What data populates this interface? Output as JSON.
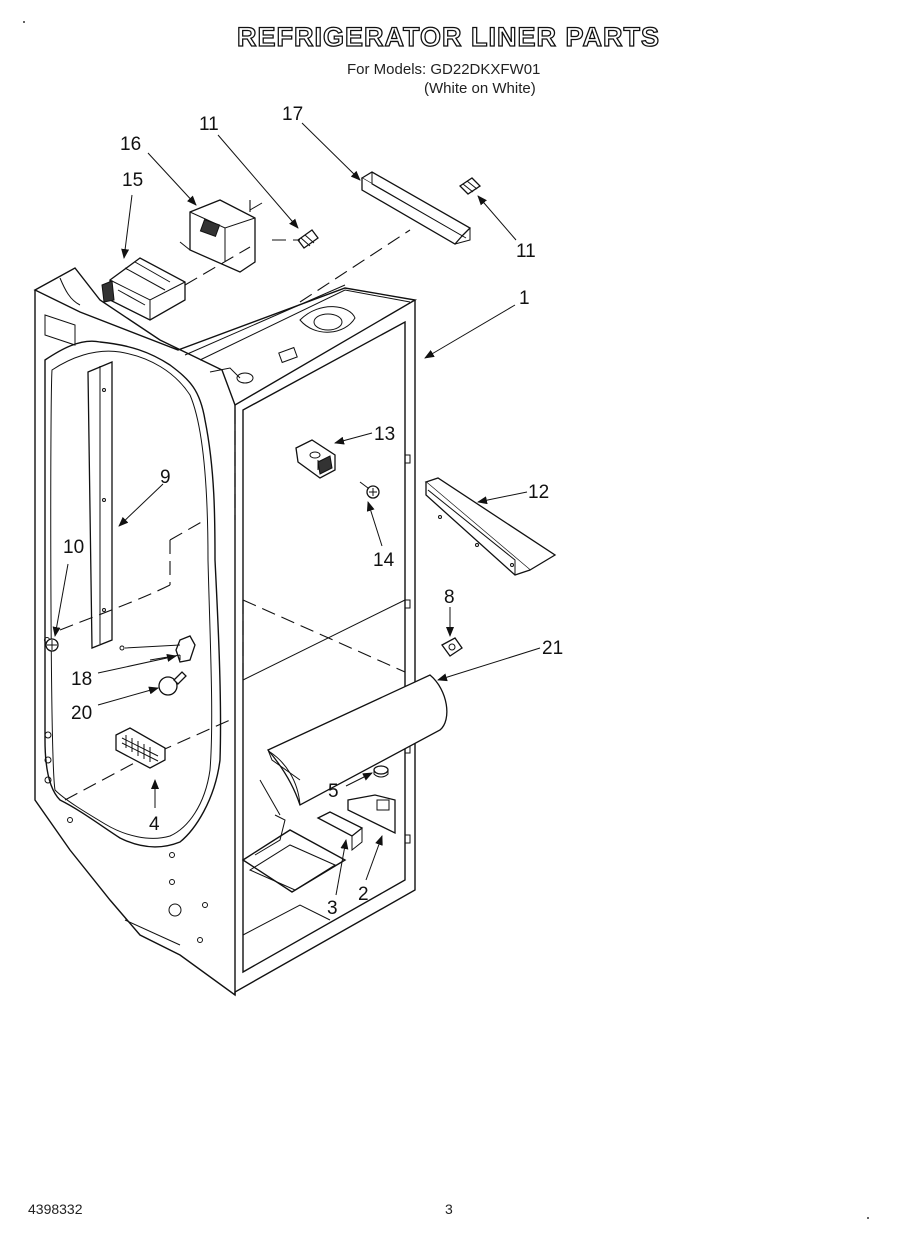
{
  "header": {
    "title": "REFRIGERATOR LINER PARTS",
    "subtitle": "For Models: GD22DKXFW01",
    "color_note": "(White on White)"
  },
  "footer": {
    "doc_number": "4398332",
    "page_number": "3"
  },
  "callouts": {
    "c1": "1",
    "c2": "2",
    "c3": "3",
    "c4": "4",
    "c5": "5",
    "c8": "8",
    "c9": "9",
    "c10": "10",
    "c11a": "11",
    "c11b": "11",
    "c12": "12",
    "c13": "13",
    "c14": "14",
    "c15": "15",
    "c16": "16",
    "c17": "17",
    "c18": "18",
    "c20": "20",
    "c21": "21"
  }
}
